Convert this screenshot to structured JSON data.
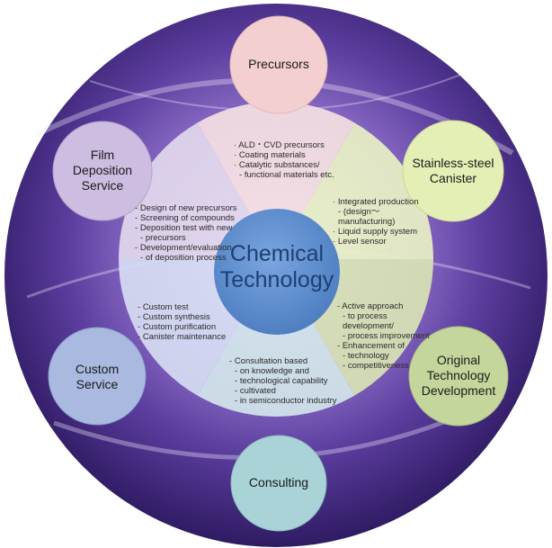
{
  "center": {
    "line1": "Chemical",
    "line2": "Technology"
  },
  "bubbles": {
    "precursors": {
      "label": "Precursors",
      "color": "#f3cfcf"
    },
    "canister": {
      "line1": "Stainless-steel",
      "line2": "Canister",
      "color": "#e4efb6"
    },
    "original": {
      "line1": "Original",
      "line2": "Technology",
      "line3": "Development",
      "color": "#c5d69c"
    },
    "consulting": {
      "label": "Consulting",
      "color": "#a9d3d7"
    },
    "custom": {
      "line1": "Custom",
      "line2": "Service",
      "color": "#a9b9e0"
    },
    "film": {
      "line1": "Film",
      "line2": "Deposition",
      "line3": "Service",
      "color": "#cdbde0"
    }
  },
  "sectors": {
    "precursors": {
      "items": [
        "ALD・CVD precursors",
        "Coating materials",
        "Catalytic substances/",
        "functional materials etc."
      ],
      "color": "#f4dfe2"
    },
    "canister": {
      "items": [
        "Integrated production",
        "(design～manufacturing)",
        "Liquid supply system",
        "Level sensor"
      ],
      "color": "#e8f0c4"
    },
    "original": {
      "items": [
        "Active approach",
        "to process development/",
        "process improvement",
        "Enhancement of",
        "technology",
        "competitiveness"
      ],
      "color": "#d8e3b4"
    },
    "consulting": {
      "items": [
        "Consultation based",
        "on knowledge and",
        "technological capability",
        "cultivated",
        "in semiconductor industry"
      ],
      "color": "#d2e6ea"
    },
    "custom": {
      "items": [
        "Custom test",
        "Custom synthesis",
        "Custom purification",
        "Canister maintenance"
      ],
      "color": "#d6dcf2"
    },
    "film": {
      "items": [
        "Design of new precursors",
        "Screening of compounds",
        "Deposition test with new",
        "precursors",
        "Development/evaluation",
        "of deposition process"
      ],
      "color": "#e2d8ec"
    }
  },
  "colors": {
    "background_dark": "#3a2470",
    "background_light": "#b79be0",
    "center_fill": "#5f8fd0"
  }
}
